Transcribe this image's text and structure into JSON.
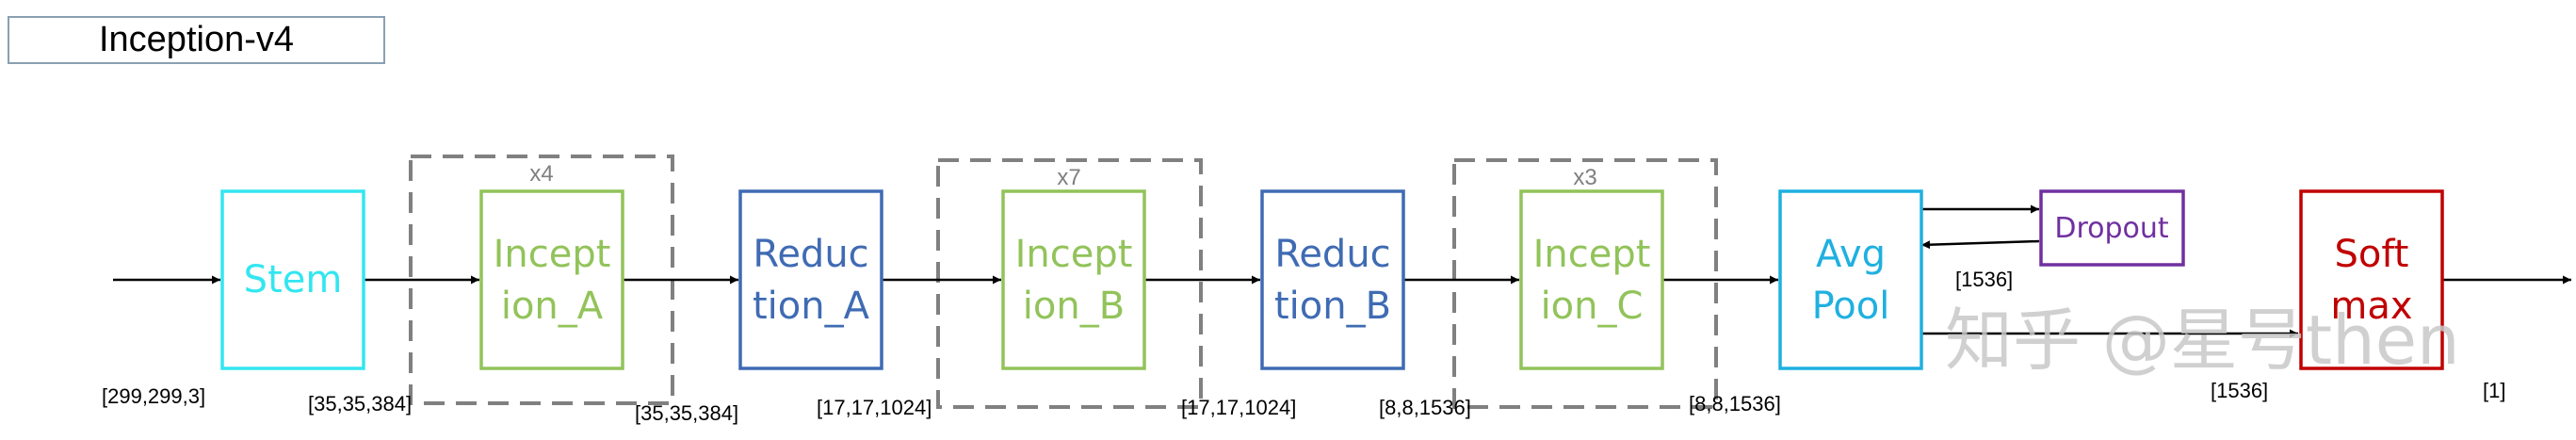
{
  "title": "Inception-v4",
  "colors": {
    "stem": "#33e6f0",
    "inception": "#92c35a",
    "reduction": "#3f6bb3",
    "avgpool": "#1fb0e0",
    "dropout": "#7030a0",
    "softmax": "#c00000",
    "repeat_box": "#808080",
    "arrow": "#000000"
  },
  "blocks": {
    "stem": [
      "Stem"
    ],
    "inception_a": [
      "Incept",
      "ion_A"
    ],
    "reduction_a": [
      "Reduc",
      "tion_A"
    ],
    "inception_b": [
      "Incept",
      "ion_B"
    ],
    "reduction_b": [
      "Reduc",
      "tion_B"
    ],
    "inception_c": [
      "Incept",
      "ion_C"
    ],
    "avgpool": [
      "Avg",
      "Pool"
    ],
    "dropout": [
      "Dropout"
    ],
    "softmax": [
      "Soft",
      "max"
    ]
  },
  "repeats": {
    "a": "x4",
    "b": "x7",
    "c": "x3"
  },
  "dims": {
    "input": "[299,299,3]",
    "stem_out": "[35,35,384]",
    "inc_a_out": "[35,35,384]",
    "red_a_out": "[17,17,1024]",
    "inc_b_out": "[17,17,1024]",
    "red_b_out": "[8,8,1536]",
    "inc_c_out": "[8,8,1536]",
    "pool_out": "[1536]",
    "dropout_out": "[1536]",
    "output": "[1]"
  },
  "watermark": "知乎 @星号then"
}
